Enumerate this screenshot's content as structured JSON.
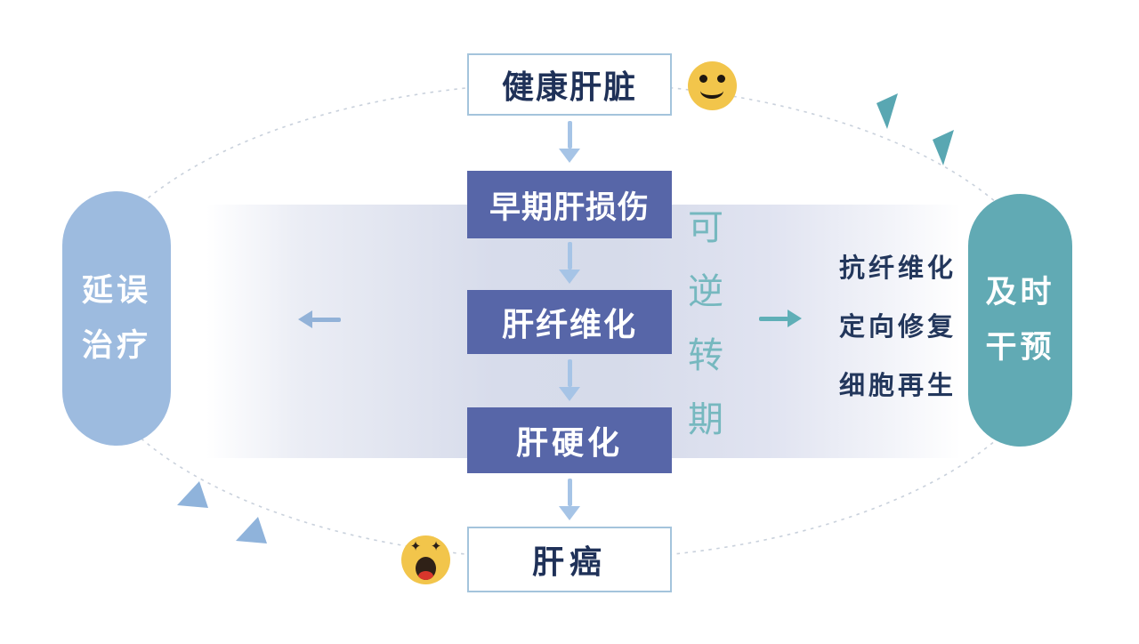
{
  "diagram": {
    "description": "liver-disease-progression-cycle",
    "stages": [
      {
        "label": "健康肝脏",
        "style": "outline"
      },
      {
        "label": "早期肝损伤",
        "style": "filled"
      },
      {
        "label": "肝纤维化",
        "style": "filled"
      },
      {
        "label": "肝硬化",
        "style": "filled"
      },
      {
        "label": "肝癌",
        "style": "outline"
      }
    ],
    "left_branch": {
      "pill_line1": "延误",
      "pill_line2": "治疗"
    },
    "right_branch": {
      "pill_line1": "及时",
      "pill_line2": "干预",
      "benefits": [
        "抗纤维化",
        "定向修复",
        "细胞再生"
      ]
    },
    "reversible_label": {
      "text": "可逆转期",
      "chars": [
        "可",
        "逆",
        "转",
        "期"
      ]
    },
    "emojis": [
      {
        "name": "smiley-face",
        "meaning": "healthy"
      },
      {
        "name": "shocked-face",
        "meaning": "cancer"
      }
    ],
    "colors": {
      "navy_text": "#1f3158",
      "filled_box": "#5766a8",
      "outline_box_border": "#a4c4dc",
      "down_arrow": "#a6c4e6",
      "left_pill": "#9dbbdf",
      "right_pill": "#61aab4",
      "left_arrow": "#92b2d8",
      "right_arrow": "#5fafb7",
      "teal_label": "#76b8bf",
      "band_lavender": "#d6dbea",
      "dash_line": "#c9d1dc",
      "emoji_yellow": "#f2c54b"
    }
  }
}
